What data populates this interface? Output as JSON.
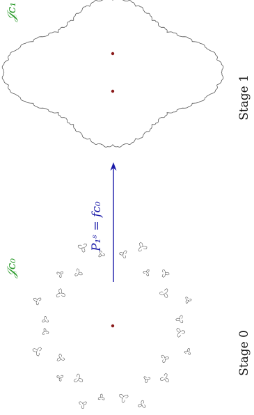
{
  "diagram": {
    "stage0": {
      "set_label": "𝒥c₀",
      "stage_label": "Stage 0"
    },
    "stage1": {
      "set_label": "𝒥c₁",
      "stage_label": "Stage 1"
    },
    "map": {
      "label": "P₁ˢ = fc₀"
    },
    "colors": {
      "set_label": "#2a9a2a",
      "arrow": "#1a1aa8",
      "point": "#8b1a1a",
      "curve": "#555555"
    }
  }
}
